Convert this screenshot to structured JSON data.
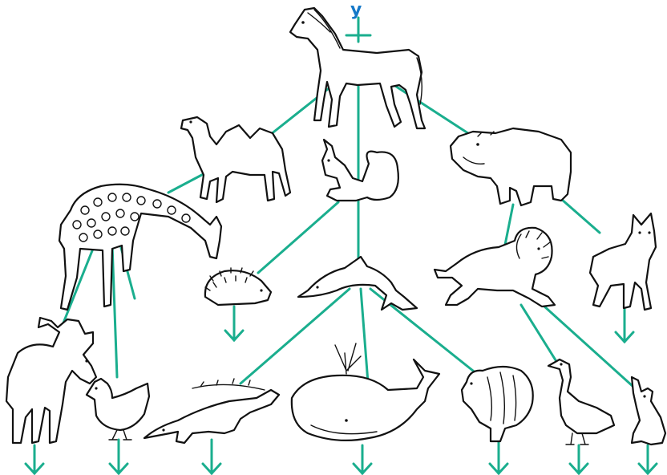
{
  "start_label": "у",
  "colors": {
    "tree_lines": "#1aae8e",
    "start_label": "#1478c8",
    "outline": "#111111"
  },
  "animals": [
    {
      "id": "horse",
      "icon": "horse-icon"
    },
    {
      "id": "camel",
      "icon": "camel-icon"
    },
    {
      "id": "squirrel",
      "icon": "squirrel-icon"
    },
    {
      "id": "hippo",
      "icon": "hippo-icon"
    },
    {
      "id": "giraffe",
      "icon": "giraffe-icon"
    },
    {
      "id": "hedgehog",
      "icon": "hedgehog-icon"
    },
    {
      "id": "dolphin",
      "icon": "dolphin-icon"
    },
    {
      "id": "lion",
      "icon": "lion-icon"
    },
    {
      "id": "wolf",
      "icon": "wolf-icon"
    },
    {
      "id": "moose",
      "icon": "moose-icon"
    },
    {
      "id": "hen",
      "icon": "hen-icon"
    },
    {
      "id": "crocodile",
      "icon": "crocodile-icon"
    },
    {
      "id": "whale",
      "icon": "whale-icon"
    },
    {
      "id": "turkey",
      "icon": "turkey-icon"
    },
    {
      "id": "goose",
      "icon": "goose-icon"
    },
    {
      "id": "hare",
      "icon": "hare-icon"
    }
  ]
}
